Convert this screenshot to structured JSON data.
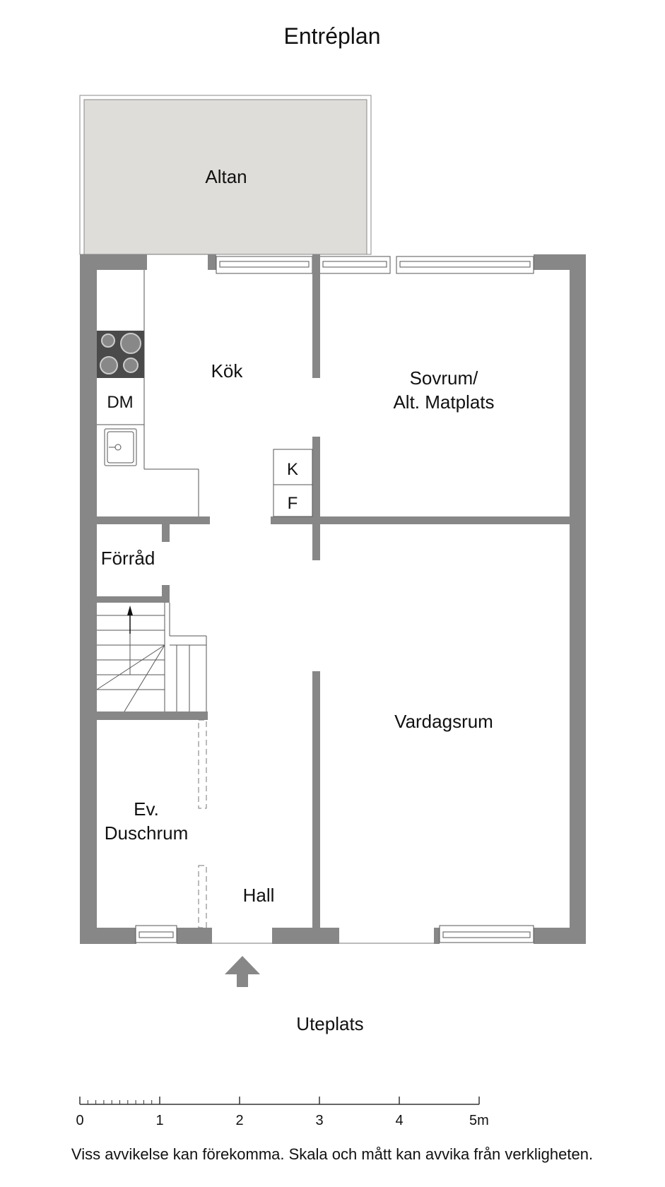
{
  "title": "Entréplan",
  "rooms": {
    "altan": "Altan",
    "kok": "Kök",
    "dm": "DM",
    "sovrum_line1": "Sovrum/",
    "sovrum_line2": "Alt. Matplats",
    "k": "K",
    "f": "F",
    "forrad": "Förråd",
    "vardagsrum": "Vardagsrum",
    "duschrum_line1": "Ev.",
    "duschrum_line2": "Duschrum",
    "hall": "Hall",
    "uteplats": "Uteplats"
  },
  "scale_bar": {
    "labels": [
      "0",
      "1",
      "2",
      "3",
      "4",
      "5m"
    ]
  },
  "disclaimer": "Viss avvikelse kan förekomma. Skala och mått kan avvika från verkligheten.",
  "colors": {
    "wall": "#878787",
    "terrace": "#dfddd9",
    "stove": "#4a4a4a",
    "line": "#555555"
  }
}
